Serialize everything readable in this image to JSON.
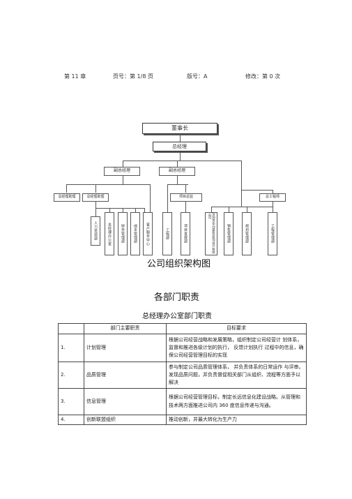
{
  "header": {
    "chapter": "第 11 章",
    "page": "页号：第 1/8 页",
    "version": "版号：A",
    "revision": "修改：第 0 次"
  },
  "org_chart": {
    "chairman": "董事长",
    "general_manager": "总经理",
    "vice_gm_left": "副总经理",
    "vice_gm_right": "副总经理",
    "gm_assistant": "总经理助理",
    "gm_assistant_2": "总经理助理",
    "project_manager": "项目总监",
    "chief_engineer": "总工程师",
    "departments": {
      "hr": "人力资源部",
      "gm_office": "总经理办公室",
      "finance": "财务管理部",
      "cost": "成本管理部",
      "customer": "客户服务中心",
      "engineering": "工程部",
      "project_dev": "项目发展部",
      "subsidiary": "深圳市华创建筑装饰设计有限公司",
      "sales": "销售管理部",
      "planning": "规划管理部",
      "eng_mgmt": "工程管理部"
    }
  },
  "caption": "公司组织架构图",
  "section_title": "各部门职责",
  "subsection_title": "总经理办公室部门职责",
  "table": {
    "col_duty": "部门主要职责",
    "col_goal": "目标要求",
    "rows": [
      {
        "num": "1.",
        "duty": "计划管理",
        "goal": "根据公司经营战略和发展策略，组织制定公司经营计 划体系，监督和推进各级计划的执行， 反馈计划执行 过程中的信息，确保公司经营管理目标的实现"
      },
      {
        "num": "2.",
        "duty": "品质管理",
        "goal": "参与制定公司品质管理体系， 并负责体系的日常运作 与评审。发现品质问题，并负责督促相关部门从组织、流程等方面予以解决"
      },
      {
        "num": "3.",
        "duty": "信息管理",
        "goal": "根据公司经营管理目标，制定长远信息化建设战略。从管理和技术两方面推进公司内 360 度信息传递与沟通。"
      },
      {
        "num": "4.",
        "duty": "创新联盟组织",
        "goal": "推动创新，并最大转化为生产力"
      }
    ]
  }
}
